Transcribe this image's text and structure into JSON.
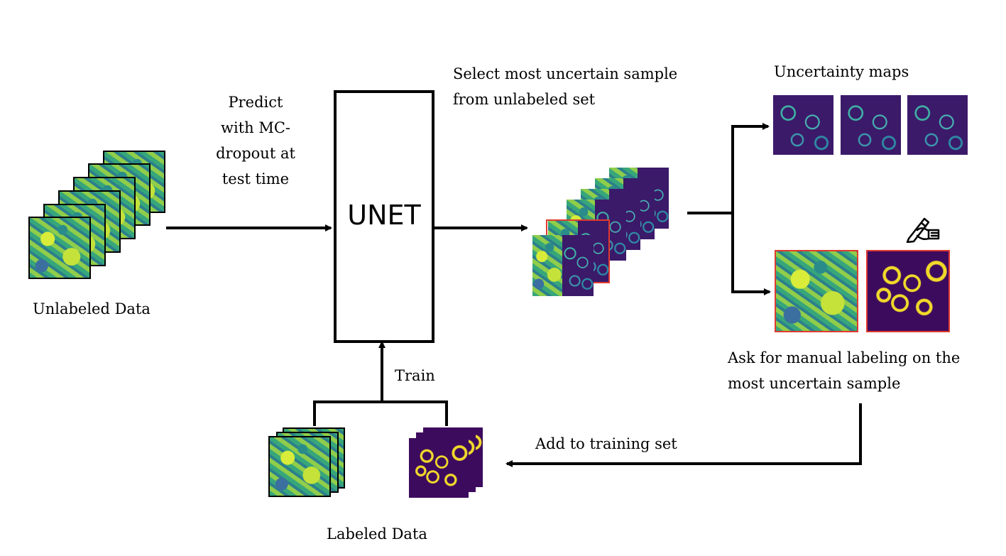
{
  "unet": {
    "label": "UNET"
  },
  "labels": {
    "predict": [
      "Predict",
      "with MC-",
      "dropout at",
      "test time"
    ],
    "unlabeled": "Unlabeled Data",
    "select": [
      "Select most uncertain sample",
      "from unlabeled set"
    ],
    "uncertainty": "Uncertainty maps",
    "ask": [
      "Ask for manual labeling on the",
      "most uncertain sample"
    ],
    "train": "Train",
    "add": "Add to training set",
    "labeled": "Labeled Data"
  },
  "icons": {
    "annotate": "hand-writing-pen-icon"
  },
  "colors": {
    "stroke": "#000000",
    "highlight": "#e03a2f"
  }
}
